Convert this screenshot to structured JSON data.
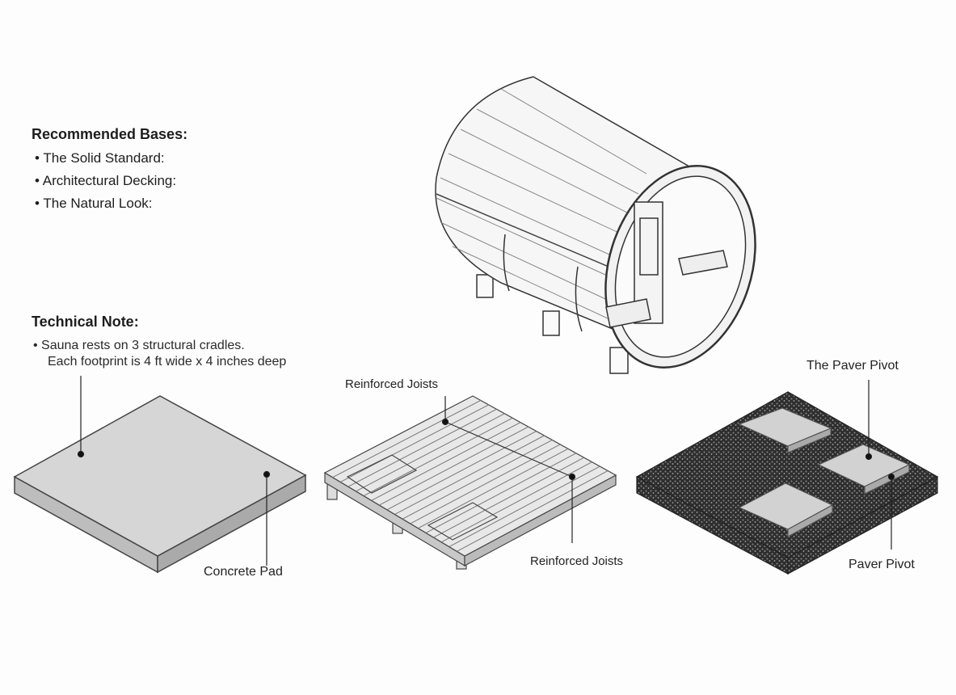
{
  "recommended_bases": {
    "heading": "Recommended Bases:",
    "items": [
      "The Solid Standard:",
      "Architectural Decking:",
      "The Natural Look:"
    ]
  },
  "technical_note": {
    "heading": "Technical Note:",
    "line1": "• Sauna rests on 3 structural cradles.",
    "line2": "Each footprint is 4 ft wide x 4 inches deep"
  },
  "labels": {
    "concrete_pad": "Concrete Pad",
    "joists_top": "Reinforced Joists",
    "joists_bottom": "Reinforced Joists",
    "paver_pivot_top": "The Paver Pivot",
    "paver_pivot_bottom": "Paver Pivot"
  },
  "colors": {
    "concrete": "#d6d6d6",
    "gravel": "#3a3a3a",
    "paver": "#cfcfcf",
    "line": "#333333"
  }
}
